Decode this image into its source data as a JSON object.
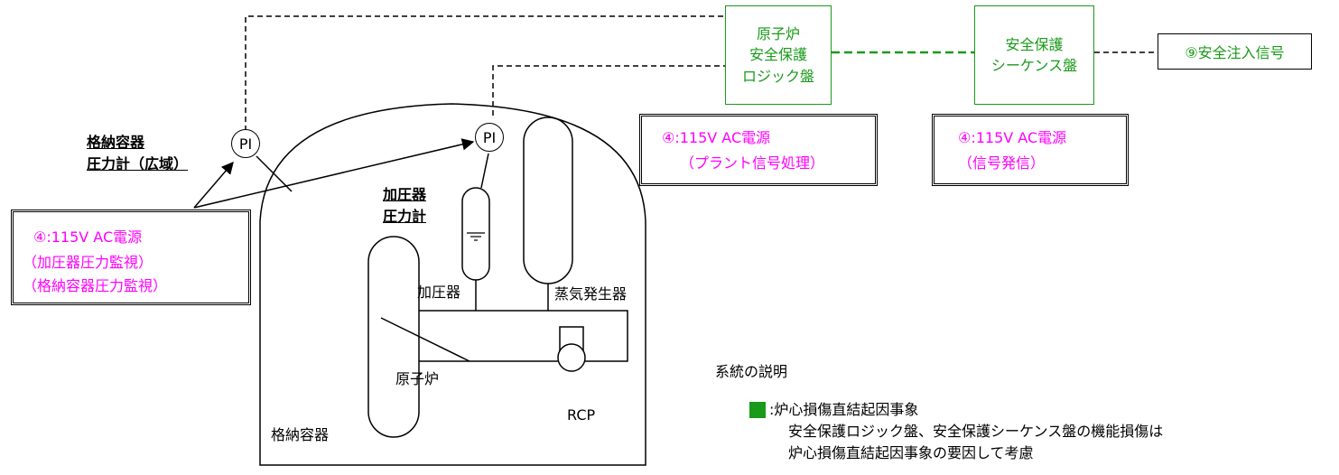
{
  "logic_panel": "原子炉\n安全保護\nロジック盤",
  "sequence_panel": "安全保護\nシーケンス盤",
  "si_signal": "⑨安全注入信号",
  "ps_plant": {
    "line1": "④:115V AC電源",
    "line2": "（プラント信号処理）"
  },
  "ps_signal": {
    "line1": "④:115V AC電源",
    "line2": "（信号発信）"
  },
  "ps_left": {
    "line1": "④:115V AC電源",
    "line2": "（加圧器圧力監視）",
    "line3": "（格納容器圧力監視）"
  },
  "containment_gauge": {
    "line1": "格納容器",
    "line2": "圧力計（広域）"
  },
  "pressurizer_gauge": {
    "line1": "加圧器",
    "line2": "圧力計"
  },
  "pi_label": "PI",
  "pressurizer": "加圧器",
  "steam_generator": "蒸気発生器",
  "reactor": "原子炉",
  "rcp": "RCP",
  "containment": "格納容器",
  "legend": {
    "title": "系統の説明",
    "swatch_color": "#1a9a1a",
    "item": ":炉心損傷直結起因事象",
    "desc1": "安全保護ロジック盤、安全保護シーケンス盤の機能損傷は",
    "desc2": "炉心損傷直結起因事象の要因して考慮"
  },
  "colors": {
    "green": "#1a9a1a",
    "magenta": "#ff00ff"
  }
}
